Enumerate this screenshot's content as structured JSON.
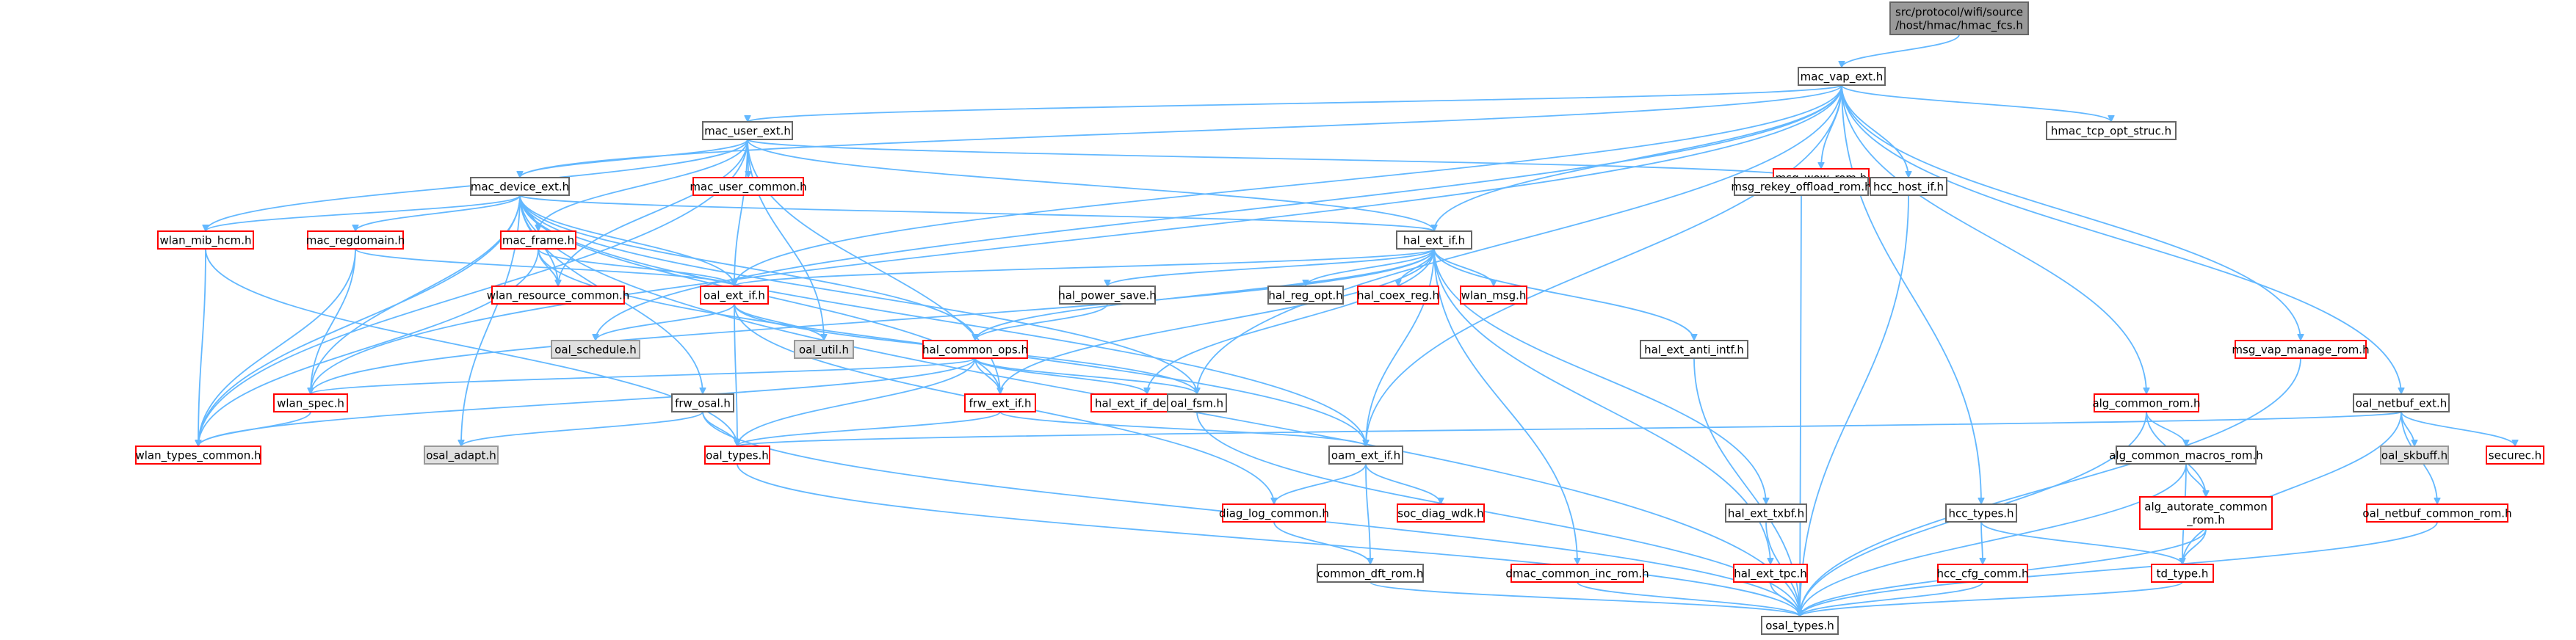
{
  "graph": {
    "title": "src/protocol/wifi/source/host/hmac/hmac_fcs.h",
    "nodes": [
      {
        "id": "root",
        "lines": [
          "src/protocol/wifi/source",
          "/host/hmac/hmac_fcs.h"
        ],
        "style": "root"
      },
      {
        "id": "mac_vap_ext",
        "lines": [
          "mac_vap_ext.h"
        ],
        "style": "normal"
      },
      {
        "id": "mac_user_ext",
        "lines": [
          "mac_user_ext.h"
        ],
        "style": "normal"
      },
      {
        "id": "msg_wow_rom",
        "lines": [
          "msg_wow_rom.h"
        ],
        "style": "red"
      },
      {
        "id": "hmac_tcp_opt_struc",
        "lines": [
          "hmac_tcp_opt_struc.h"
        ],
        "style": "normal"
      },
      {
        "id": "mac_device_ext",
        "lines": [
          "mac_device_ext.h"
        ],
        "style": "normal"
      },
      {
        "id": "mac_user_common",
        "lines": [
          "mac_user_common.h"
        ],
        "style": "red"
      },
      {
        "id": "msg_rekey_offload_rom",
        "lines": [
          "msg_rekey_offload_rom.h"
        ],
        "style": "normal"
      },
      {
        "id": "hcc_host_if",
        "lines": [
          "hcc_host_if.h"
        ],
        "style": "normal"
      },
      {
        "id": "wlan_mib_hcm",
        "lines": [
          "wlan_mib_hcm.h"
        ],
        "style": "red"
      },
      {
        "id": "mac_regdomain",
        "lines": [
          "mac_regdomain.h"
        ],
        "style": "red"
      },
      {
        "id": "mac_frame",
        "lines": [
          "mac_frame.h"
        ],
        "style": "red"
      },
      {
        "id": "hal_ext_if",
        "lines": [
          "hal_ext_if.h"
        ],
        "style": "normal"
      },
      {
        "id": "wlan_resource_common",
        "lines": [
          "wlan_resource_common.h"
        ],
        "style": "red"
      },
      {
        "id": "oal_ext_if",
        "lines": [
          "oal_ext_if.h"
        ],
        "style": "red"
      },
      {
        "id": "hal_power_save",
        "lines": [
          "hal_power_save.h"
        ],
        "style": "normal"
      },
      {
        "id": "hal_reg_opt",
        "lines": [
          "hal_reg_opt.h"
        ],
        "style": "normal"
      },
      {
        "id": "hal_coex_reg",
        "lines": [
          "hal_coex_reg.h"
        ],
        "style": "red"
      },
      {
        "id": "wlan_msg",
        "lines": [
          "wlan_msg.h"
        ],
        "style": "red"
      },
      {
        "id": "oal_schedule",
        "lines": [
          "oal_schedule.h"
        ],
        "style": "gray"
      },
      {
        "id": "oal_util",
        "lines": [
          "oal_util.h"
        ],
        "style": "gray"
      },
      {
        "id": "hal_common_ops",
        "lines": [
          "hal_common_ops.h"
        ],
        "style": "red"
      },
      {
        "id": "hal_ext_anti_intf",
        "lines": [
          "hal_ext_anti_intf.h"
        ],
        "style": "normal"
      },
      {
        "id": "msg_vap_manage_rom",
        "lines": [
          "msg_vap_manage_rom.h"
        ],
        "style": "red"
      },
      {
        "id": "wlan_spec",
        "lines": [
          "wlan_spec.h"
        ],
        "style": "red"
      },
      {
        "id": "frw_osal",
        "lines": [
          "frw_osal.h"
        ],
        "style": "normal"
      },
      {
        "id": "frw_ext_if",
        "lines": [
          "frw_ext_if.h"
        ],
        "style": "red"
      },
      {
        "id": "hal_ext_if_device",
        "lines": [
          "hal_ext_if_device.h"
        ],
        "style": "red"
      },
      {
        "id": "oal_fsm",
        "lines": [
          "oal_fsm.h"
        ],
        "style": "normal"
      },
      {
        "id": "alg_common_rom",
        "lines": [
          "alg_common_rom.h"
        ],
        "style": "red"
      },
      {
        "id": "oal_netbuf_ext",
        "lines": [
          "oal_netbuf_ext.h"
        ],
        "style": "normal"
      },
      {
        "id": "wlan_types_common",
        "lines": [
          "wlan_types_common.h"
        ],
        "style": "red"
      },
      {
        "id": "osal_adapt",
        "lines": [
          "osal_adapt.h"
        ],
        "style": "gray"
      },
      {
        "id": "oal_types",
        "lines": [
          "oal_types.h"
        ],
        "style": "red"
      },
      {
        "id": "oam_ext_if",
        "lines": [
          "oam_ext_if.h"
        ],
        "style": "normal"
      },
      {
        "id": "alg_common_macros_rom",
        "lines": [
          "alg_common_macros_rom.h"
        ],
        "style": "normal"
      },
      {
        "id": "oal_skbuff",
        "lines": [
          "oal_skbuff.h"
        ],
        "style": "gray"
      },
      {
        "id": "securec",
        "lines": [
          "securec.h"
        ],
        "style": "red"
      },
      {
        "id": "diag_log_common",
        "lines": [
          "diag_log_common.h"
        ],
        "style": "red"
      },
      {
        "id": "soc_diag_wdk",
        "lines": [
          "soc_diag_wdk.h"
        ],
        "style": "red"
      },
      {
        "id": "hal_ext_txbf",
        "lines": [
          "hal_ext_txbf.h"
        ],
        "style": "normal"
      },
      {
        "id": "hcc_types",
        "lines": [
          "hcc_types.h"
        ],
        "style": "normal"
      },
      {
        "id": "alg_autorate_common_rom",
        "lines": [
          "alg_autorate_common",
          "_rom.h"
        ],
        "style": "red"
      },
      {
        "id": "oal_netbuf_common_rom",
        "lines": [
          "oal_netbuf_common_rom.h"
        ],
        "style": "red"
      },
      {
        "id": "common_dft_rom",
        "lines": [
          "common_dft_rom.h"
        ],
        "style": "normal"
      },
      {
        "id": "dmac_common_inc_rom",
        "lines": [
          "dmac_common_inc_rom.h"
        ],
        "style": "red"
      },
      {
        "id": "hal_ext_tpc",
        "lines": [
          "hal_ext_tpc.h"
        ],
        "style": "red"
      },
      {
        "id": "hcc_cfg_comm",
        "lines": [
          "hcc_cfg_comm.h"
        ],
        "style": "red"
      },
      {
        "id": "td_type",
        "lines": [
          "td_type.h"
        ],
        "style": "red"
      },
      {
        "id": "osal_types",
        "lines": [
          "osal_types.h"
        ],
        "style": "normal"
      }
    ],
    "edges": [
      [
        "root",
        "mac_vap_ext"
      ],
      [
        "mac_vap_ext",
        "mac_user_ext"
      ],
      [
        "mac_vap_ext",
        "msg_wow_rom"
      ],
      [
        "mac_vap_ext",
        "hmac_tcp_opt_struc"
      ],
      [
        "mac_vap_ext",
        "mac_device_ext"
      ],
      [
        "mac_vap_ext",
        "hcc_host_if"
      ],
      [
        "mac_vap_ext",
        "hal_ext_if"
      ],
      [
        "mac_vap_ext",
        "oal_ext_if"
      ],
      [
        "mac_vap_ext",
        "oam_ext_if"
      ],
      [
        "mac_vap_ext",
        "oal_fsm"
      ],
      [
        "mac_vap_ext",
        "alg_common_rom"
      ],
      [
        "mac_vap_ext",
        "oal_netbuf_ext"
      ],
      [
        "mac_vap_ext",
        "msg_vap_manage_rom"
      ],
      [
        "mac_vap_ext",
        "hcc_types"
      ],
      [
        "mac_vap_ext",
        "wlan_spec"
      ],
      [
        "mac_vap_ext",
        "oal_schedule"
      ],
      [
        "mac_user_ext",
        "mac_device_ext"
      ],
      [
        "mac_user_ext",
        "mac_user_common"
      ],
      [
        "mac_user_ext",
        "msg_rekey_offload_rom"
      ],
      [
        "mac_user_ext",
        "wlan_mib_hcm"
      ],
      [
        "mac_user_ext",
        "mac_frame"
      ],
      [
        "mac_user_ext",
        "hal_ext_if"
      ],
      [
        "mac_user_ext",
        "wlan_resource_common"
      ],
      [
        "mac_user_ext",
        "oal_ext_if"
      ],
      [
        "mac_user_ext",
        "oal_util"
      ],
      [
        "mac_user_ext",
        "frw_ext_if"
      ],
      [
        "mac_user_ext",
        "wlan_types_common"
      ],
      [
        "msg_wow_rom",
        "msg_rekey_offload_rom"
      ],
      [
        "mac_device_ext",
        "wlan_mib_hcm"
      ],
      [
        "mac_device_ext",
        "mac_regdomain"
      ],
      [
        "mac_device_ext",
        "mac_frame"
      ],
      [
        "mac_device_ext",
        "hal_ext_if"
      ],
      [
        "mac_device_ext",
        "wlan_resource_common"
      ],
      [
        "mac_device_ext",
        "oal_ext_if"
      ],
      [
        "mac_device_ext",
        "wlan_spec"
      ],
      [
        "mac_device_ext",
        "frw_osal"
      ],
      [
        "mac_device_ext",
        "frw_ext_if"
      ],
      [
        "mac_device_ext",
        "hal_common_ops"
      ],
      [
        "mac_device_ext",
        "wlan_types_common"
      ],
      [
        "mac_device_ext",
        "oam_ext_if"
      ],
      [
        "mac_device_ext",
        "osal_adapt"
      ],
      [
        "mac_device_ext",
        "osal_types"
      ],
      [
        "mac_device_ext",
        "oal_fsm"
      ],
      [
        "msg_rekey_offload_rom",
        "osal_types"
      ],
      [
        "hcc_host_if",
        "osal_types"
      ],
      [
        "wlan_mib_hcm",
        "wlan_types_common"
      ],
      [
        "wlan_mib_hcm",
        "oal_types"
      ],
      [
        "mac_regdomain",
        "oal_ext_if"
      ],
      [
        "mac_regdomain",
        "wlan_spec"
      ],
      [
        "mac_regdomain",
        "wlan_types_common"
      ],
      [
        "mac_frame",
        "wlan_resource_common"
      ],
      [
        "mac_frame",
        "oal_ext_if"
      ],
      [
        "mac_frame",
        "oam_ext_if"
      ],
      [
        "mac_frame",
        "wlan_types_common"
      ],
      [
        "hal_ext_if",
        "oal_ext_if"
      ],
      [
        "hal_ext_if",
        "hal_power_save"
      ],
      [
        "hal_ext_if",
        "hal_reg_opt"
      ],
      [
        "hal_ext_if",
        "hal_coex_reg"
      ],
      [
        "hal_ext_if",
        "wlan_msg"
      ],
      [
        "hal_ext_if",
        "hal_common_ops"
      ],
      [
        "hal_ext_if",
        "hal_ext_anti_intf"
      ],
      [
        "hal_ext_if",
        "hal_ext_txbf"
      ],
      [
        "hal_ext_if",
        "hal_ext_tpc"
      ],
      [
        "hal_ext_if",
        "dmac_common_inc_rom"
      ],
      [
        "hal_ext_if",
        "frw_ext_if"
      ],
      [
        "hal_ext_if",
        "hal_ext_if_device"
      ],
      [
        "hal_ext_if",
        "oam_ext_if"
      ],
      [
        "hal_ext_if",
        "wlan_spec"
      ],
      [
        "oal_ext_if",
        "oal_schedule"
      ],
      [
        "oal_ext_if",
        "oal_util"
      ],
      [
        "oal_ext_if",
        "oal_types"
      ],
      [
        "oal_ext_if",
        "diag_log_common"
      ],
      [
        "oal_ext_if",
        "oal_fsm"
      ],
      [
        "hal_power_save",
        "hal_common_ops"
      ],
      [
        "hal_common_ops",
        "wlan_spec"
      ],
      [
        "hal_common_ops",
        "frw_ext_if"
      ],
      [
        "hal_common_ops",
        "hal_ext_if_device"
      ],
      [
        "hal_common_ops",
        "oal_fsm"
      ],
      [
        "hal_common_ops",
        "oal_types"
      ],
      [
        "hal_common_ops",
        "wlan_types_common"
      ],
      [
        "hal_ext_anti_intf",
        "osal_types"
      ],
      [
        "msg_vap_manage_rom",
        "osal_types"
      ],
      [
        "wlan_spec",
        "wlan_types_common"
      ],
      [
        "frw_osal",
        "oal_types"
      ],
      [
        "frw_osal",
        "osal_adapt"
      ],
      [
        "frw_osal",
        "osal_types"
      ],
      [
        "frw_ext_if",
        "oal_types"
      ],
      [
        "frw_ext_if",
        "oam_ext_if"
      ],
      [
        "oal_fsm",
        "osal_types"
      ],
      [
        "alg_common_rom",
        "alg_common_macros_rom"
      ],
      [
        "alg_common_rom",
        "alg_autorate_common_rom"
      ],
      [
        "alg_common_rom",
        "osal_types"
      ],
      [
        "oal_netbuf_ext",
        "oal_skbuff"
      ],
      [
        "oal_netbuf_ext",
        "securec"
      ],
      [
        "oal_netbuf_ext",
        "oal_netbuf_common_rom"
      ],
      [
        "oal_netbuf_ext",
        "td_type"
      ],
      [
        "oal_netbuf_ext",
        "oal_types"
      ],
      [
        "oal_types",
        "osal_types"
      ],
      [
        "oam_ext_if",
        "diag_log_common"
      ],
      [
        "oam_ext_if",
        "soc_diag_wdk"
      ],
      [
        "oam_ext_if",
        "common_dft_rom"
      ],
      [
        "alg_common_macros_rom",
        "alg_autorate_common_rom"
      ],
      [
        "alg_common_macros_rom",
        "td_type"
      ],
      [
        "alg_common_macros_rom",
        "osal_types"
      ],
      [
        "diag_log_common",
        "common_dft_rom"
      ],
      [
        "hal_ext_txbf",
        "osal_types"
      ],
      [
        "hcc_types",
        "hcc_cfg_comm"
      ],
      [
        "hcc_types",
        "td_type"
      ],
      [
        "alg_autorate_common_rom",
        "td_type"
      ],
      [
        "alg_autorate_common_rom",
        "osal_types"
      ],
      [
        "oal_netbuf_common_rom",
        "osal_types"
      ],
      [
        "common_dft_rom",
        "osal_types"
      ],
      [
        "dmac_common_inc_rom",
        "osal_types"
      ],
      [
        "hal_ext_tpc",
        "osal_types"
      ],
      [
        "hcc_cfg_comm",
        "osal_types"
      ],
      [
        "td_type",
        "osal_types"
      ]
    ]
  },
  "colors": {
    "edge": "#63b8ff",
    "normal_border": "#666666",
    "normal_fill": "#ffffff",
    "red_border": "#ff0000",
    "red_fill": "#ffffff",
    "gray_border": "#999999",
    "gray_fill": "#e0e0e0",
    "root_border": "#666666",
    "root_fill": "#999999",
    "text": "#000000",
    "red_text": "#000000"
  }
}
